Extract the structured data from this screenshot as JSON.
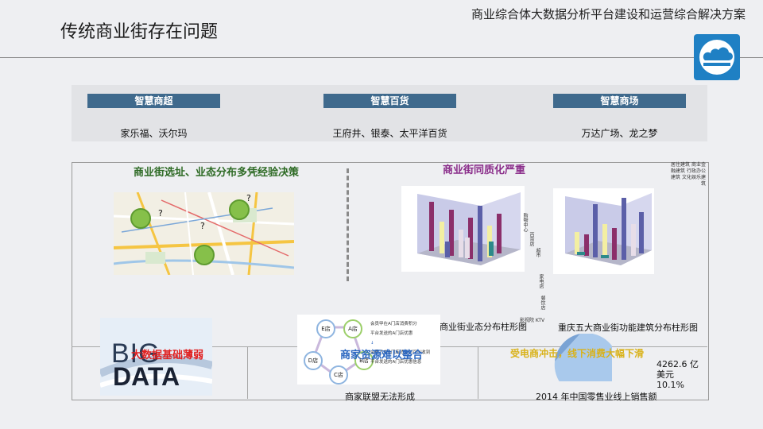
{
  "header": {
    "title": "传统商业街存在问题",
    "subtitle": "商业综合体大数据分析平台建设和运营综合解决方案"
  },
  "categories": [
    {
      "label": "智慧商超",
      "text": "家乐福、沃尔玛"
    },
    {
      "label": "智慧百货",
      "text": "王府井、银泰、太平洋百货"
    },
    {
      "label": "智慧商场",
      "text": "万达广场、龙之梦"
    }
  ],
  "left_panel": {
    "title": "商业街选址、业态分布多凭经验决策",
    "marks": [
      "?",
      "?",
      "?"
    ]
  },
  "middle_panel": {
    "title": "商业街同质化严重",
    "caption": "重庆五大商业街业态分布柱形图",
    "side_labels": [
      "购物中心",
      "百货店",
      "超市",
      "家电店",
      "餐饮店",
      "影视院 KTV"
    ]
  },
  "right_panel": {
    "caption": "重庆五大商业街功能建筑分布柱形图",
    "legend_labels": [
      "居住建筑",
      "商业金融建筑",
      "行政办公建筑",
      "文化娱乐建筑"
    ]
  },
  "bottom": {
    "big_data_text": [
      "BIG",
      "DATA"
    ],
    "big_data_title": "大数据基础薄弱",
    "alliance": {
      "title": "商家资源难以整合",
      "caption": "商家联盟无法形成",
      "stores": [
        "E店",
        "A店",
        "D店",
        "B店",
        "C店"
      ],
      "notes": [
        "会员甲在A门店消费积分",
        "平台发送的A门店优惠",
        "会员乙在B门店消费时可以收到",
        "平台发送的A门店优惠信息"
      ]
    },
    "ecommerce": {
      "title": "受电商冲击，线下消费大幅下滑",
      "caption": "2014 年中国零售业线上销售额",
      "value": "4262.6 亿美元",
      "percent": "10.1%"
    }
  },
  "colors": {
    "label_bar": "#3f6a8d",
    "green": "#2d6a24",
    "purple": "#8a2d8a",
    "red": "#e02020",
    "blue": "#2a66c0",
    "yellow": "#d9b21a",
    "logo": "#1f80c4"
  }
}
